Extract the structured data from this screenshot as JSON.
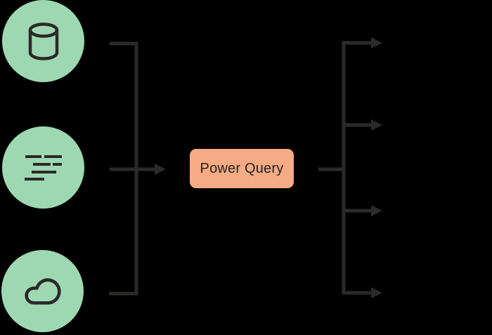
{
  "diagram": {
    "node": {
      "label": "Power Query"
    },
    "sources": [
      {
        "name": "database-source",
        "icon": "database-icon"
      },
      {
        "name": "text-source",
        "icon": "text-lines-icon"
      },
      {
        "name": "cloud-source",
        "icon": "cloud-icon"
      }
    ],
    "input_arrow_count": 1,
    "output_arrow_count": 4
  },
  "colors": {
    "background": "#000000",
    "circle_fill": "#9ED8B2",
    "node_fill": "#F6AB84",
    "line": "#2B2A28",
    "node_text": "#242220"
  }
}
